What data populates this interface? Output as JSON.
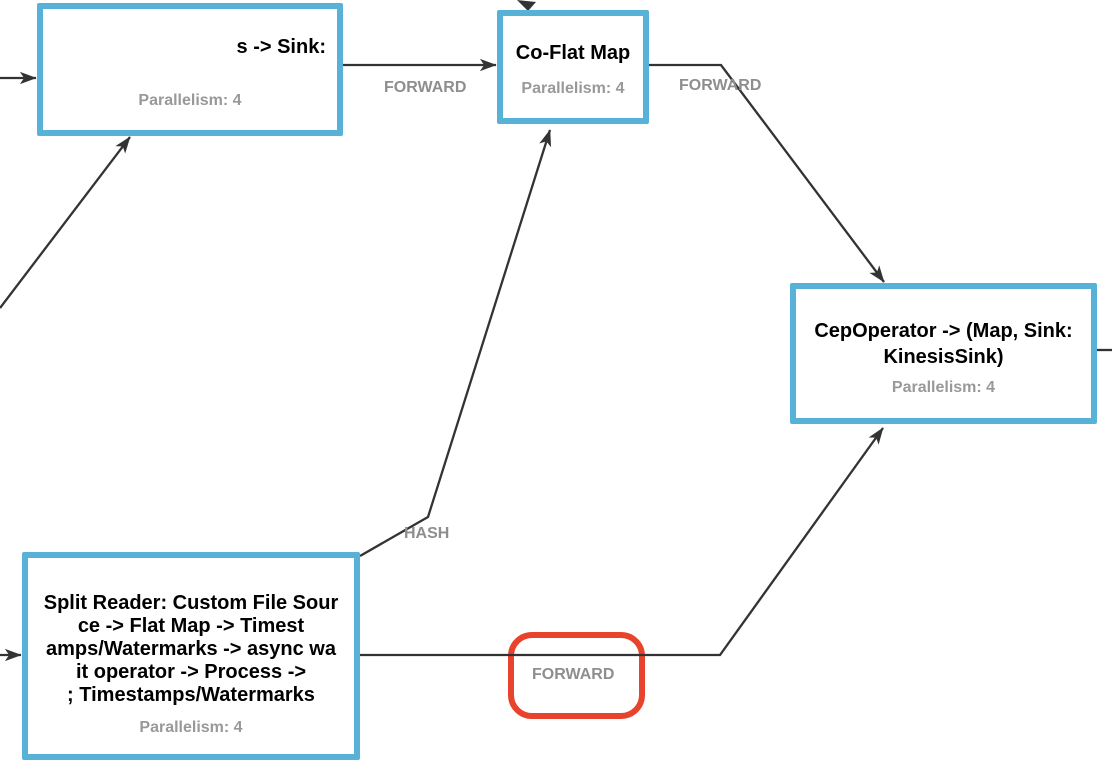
{
  "diagram": {
    "type": "job-graph",
    "nodes": [
      {
        "id": "sink-node",
        "title_lines": [
          "s -> Sink:"
        ],
        "parallelism_label": "Parallelism: 4"
      },
      {
        "id": "co-flat-map",
        "title_lines": [
          "Co-Flat Map"
        ],
        "parallelism_label": "Parallelism: 4"
      },
      {
        "id": "cep-operator",
        "title_lines": [
          "CepOperator -> (Map, Sink:",
          "KinesisSink)"
        ],
        "parallelism_label": "Parallelism: 4"
      },
      {
        "id": "split-reader",
        "title_lines": [
          "Split Reader: Custom File Sour",
          "ce -> Flat Map -> Timest",
          "amps/Watermarks -> async wa",
          "it operator -> Process ->",
          "; Timestamps/Watermarks"
        ],
        "parallelism_label": "Parallelism: 4"
      }
    ],
    "edge_labels": [
      {
        "id": "forward-1",
        "text": "FORWARD"
      },
      {
        "id": "forward-2",
        "text": "FORWARD"
      },
      {
        "id": "hash",
        "text": "HASH"
      },
      {
        "id": "forward-3",
        "text": "FORWARD",
        "highlighted": true
      }
    ],
    "colors": {
      "node_border": "#58b2d8",
      "node_fill": "#ffffff",
      "node_title": "#000000",
      "parallelism_text": "#999999",
      "edge_line": "#333333",
      "edge_label_text": "#8e8e8e",
      "highlight_border": "#e8432c",
      "background": "#ffffff"
    }
  }
}
